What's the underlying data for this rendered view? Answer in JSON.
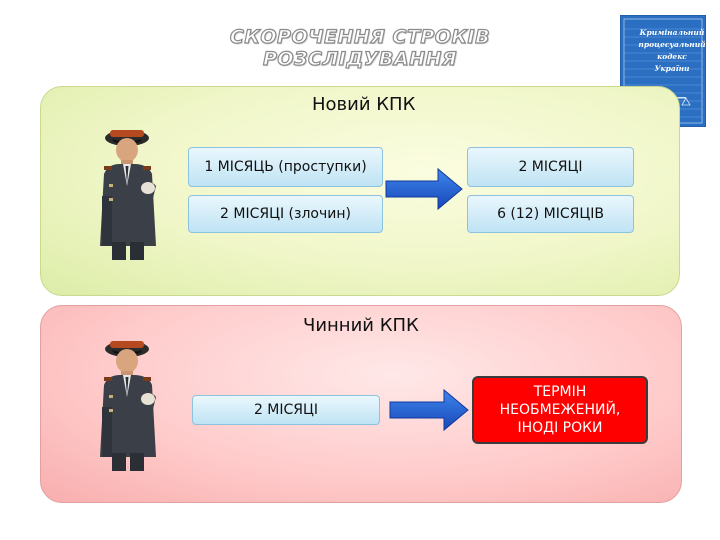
{
  "title": "СКОРОЧЕННЯ СТРОКІВ РОЗСЛІДУВАННЯ",
  "new_code": {
    "heading": "Новий КПК",
    "rows": [
      {
        "from": "1 МІСЯЦЬ (проступки)",
        "to": "2 МІСЯЦІ"
      },
      {
        "from": "2 МІСЯЦІ (злочин)",
        "to": "6 (12) МІСЯЦІВ"
      }
    ]
  },
  "current_code": {
    "heading": "Чинний КПК",
    "from": "2 МІСЯЦІ",
    "to": "ТЕРМІН НЕОБМЕЖЕНИЙ, ІНОДІ РОКИ"
  },
  "book": {
    "lines": [
      "Кримінальний",
      "процесуальний",
      "кодекс",
      "України"
    ]
  },
  "colors": {
    "new_panel": "#f0f6c8",
    "current_panel": "#ffc9c9",
    "box_blue": "#bfe3f4",
    "alert_red": "#ff0000",
    "arrow_blue": "#1e5fd6",
    "book_blue": "#2b6fc2"
  }
}
